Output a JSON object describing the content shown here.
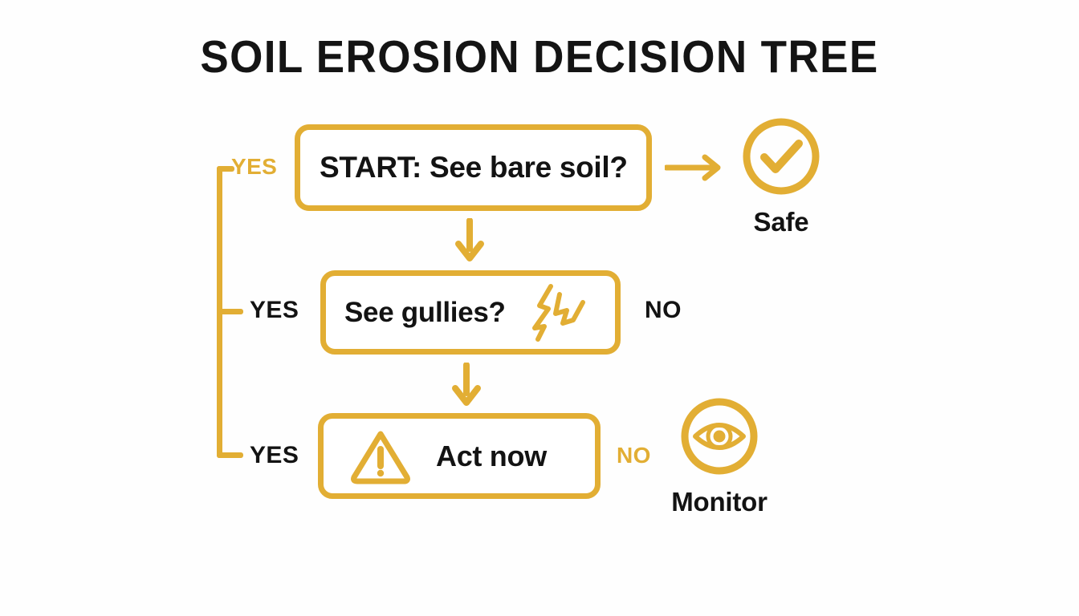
{
  "diagram": {
    "title": "SOIL EROSION DECISION TREE",
    "colors": {
      "accent_gold": "#E2AE34",
      "text_black": "#131313",
      "background": "#FEFEFE"
    },
    "nodes": [
      {
        "id": "start",
        "label": "START: See bare soil?"
      },
      {
        "id": "gullies",
        "label": "See gullies?"
      },
      {
        "id": "act",
        "label": "Act now"
      }
    ],
    "edge_labels": {
      "yes_row1": "YES",
      "yes_row2": "YES",
      "yes_row3": "YES",
      "no_row2": "NO",
      "no_row3": "NO"
    },
    "outcomes": [
      {
        "id": "safe",
        "caption": "Safe",
        "icon": "check-circle-icon"
      },
      {
        "id": "monitor",
        "caption": "Monitor",
        "icon": "eye-circle-icon"
      }
    ],
    "icons": {
      "gully_crack": "crack-icon",
      "warning": "warning-triangle-icon",
      "arrow_down_1": "arrow-down-icon",
      "arrow_down_2": "arrow-down-icon",
      "arrow_right_1": "arrow-right-icon"
    }
  }
}
